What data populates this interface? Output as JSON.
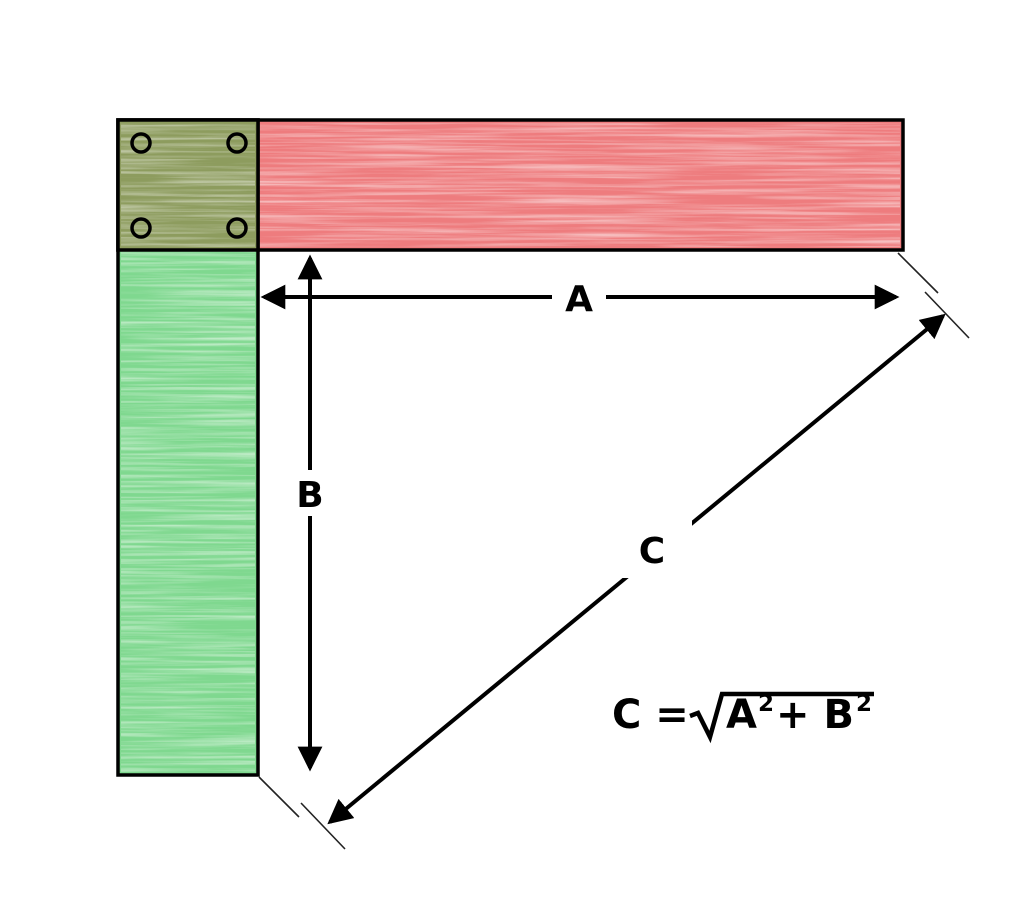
{
  "diagram": {
    "labels": {
      "a": "A",
      "b": "B",
      "c": "C"
    },
    "formula": {
      "lhs": "C =",
      "radical": "√",
      "base1": "A",
      "exp1": "2",
      "op_base2": "+ B",
      "exp2": "2"
    },
    "colors": {
      "board_horizontal": "#ee7c7e",
      "board_vertical": "#7fd88f",
      "overlap_joint": "#8d9c5e",
      "outline": "#000000",
      "dimension_lines": "#000000",
      "background": "#ffffff"
    }
  }
}
